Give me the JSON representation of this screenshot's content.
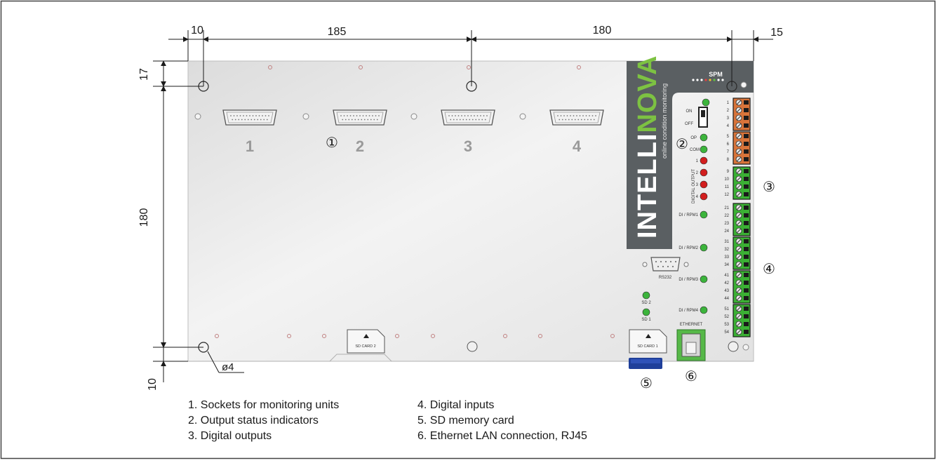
{
  "dimensions": {
    "top_left_edge": "10",
    "top_span_1": "185",
    "top_span_2": "180",
    "top_right_edge": "15",
    "left_top": "17",
    "left_height": "180",
    "left_bottom": "10",
    "hole_diameter": "ø4"
  },
  "board": {
    "brand": "INTELLINOVA",
    "brand_light": "INTELLI",
    "brand_bold": "NOVA",
    "tagline": "online condition monitoring",
    "spm_logo": "SPM",
    "socket_numbers": [
      "1",
      "2",
      "3",
      "4"
    ],
    "switch_on": "ON",
    "switch_off": "OFF",
    "led_op": "OP",
    "led_com": "COM",
    "digital_output_label": "DIGITAL OUTPUT",
    "digital_output_numbers": [
      "1",
      "2",
      "3",
      "4"
    ],
    "di_labels": [
      "DI / RPM1",
      "DI / RPM2",
      "DI / RPM3",
      "DI / RPM4"
    ],
    "rs232": "RS232",
    "sd2": "SD 2",
    "sd1": "SD 1",
    "sd_card_2": "SD CARD 2",
    "sd_card_1": "SD CARD 1",
    "ethernet": "ETHERNET",
    "terminal_numbers": [
      "1",
      "2",
      "3",
      "4",
      "5",
      "6",
      "7",
      "8",
      "9",
      "10",
      "11",
      "12",
      "21",
      "22",
      "23",
      "24",
      "31",
      "32",
      "33",
      "34",
      "41",
      "42",
      "43",
      "44",
      "51",
      "52",
      "53",
      "54"
    ]
  },
  "callouts": [
    "①",
    "②",
    "③",
    "④",
    "⑤",
    "⑥"
  ],
  "legend": {
    "left": [
      "1.  Sockets for monitoring units",
      "2.  Output status indicators",
      "3.  Digital outputs"
    ],
    "right": [
      "4.  Digital inputs",
      "5.  SD memory card",
      "6.  Ethernet LAN connection, RJ45"
    ]
  },
  "colors": {
    "led_green": "#3cb43c",
    "led_red": "#d21e1e",
    "terminal_green": "#3bb034",
    "terminal_orange": "#d8743a",
    "panel_dark": "#555a5d",
    "brand_green": "#7dc242",
    "sd_blue": "#1f3f9a"
  }
}
